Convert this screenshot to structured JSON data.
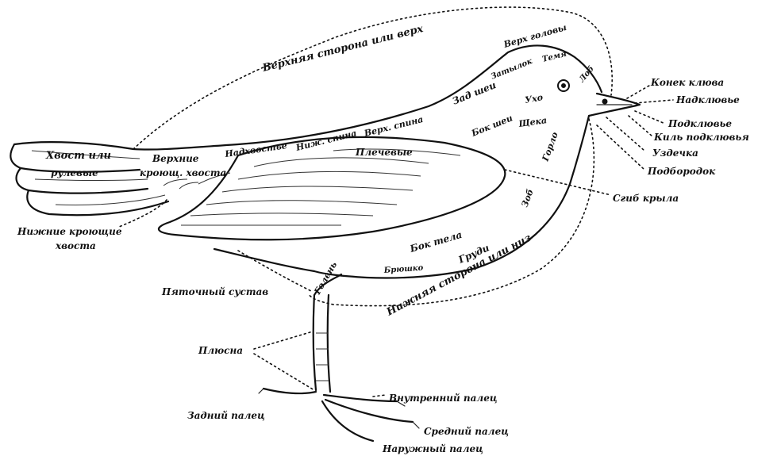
{
  "labels": {
    "upper_side": "Верхняя сторона или верх",
    "top_of_head": "Верх головы",
    "occiput": "Затылок",
    "crown": "Темя",
    "forehead": "Лоб",
    "ear": "Ухо",
    "back_of_neck": "Зад шеи",
    "side_of_neck": "Бок шеи",
    "cheek": "Щека",
    "throat": "Горло",
    "crop": "Зоб",
    "culmen": "Конек клюва",
    "upper_mandible": "Надклювье",
    "lower_mandible": "Подклювье",
    "gonys": "Киль подклювья",
    "gape": "Уздечка",
    "chin": "Подбородок",
    "wing_bend": "Сгиб крыла",
    "tail": "Хвост или",
    "rectrices": "рулевые",
    "upper_tail_coverts_1": "Верхние",
    "upper_tail_coverts_2": "кроющ. хвоста",
    "rump": "Надхвостье",
    "lower_back": "Ниж. спина",
    "upper_back": "Верх. спина",
    "scapulars": "Плечевые",
    "under_tail_coverts_1": "Нижние кроющие",
    "under_tail_coverts_2": "хвоста",
    "side_of_body": "Бок тела",
    "breast": "Груди",
    "belly": "Брюшко",
    "tibia": "Голень",
    "heel_joint": "Пяточный сустав",
    "lower_side": "Нижняя сторона или низ",
    "tarsus": "Плюсна",
    "inner_toe": "Внутренний палец",
    "hind_toe": "Задний палец",
    "middle_toe": "Средний палец",
    "outer_toe": "Наружный палец"
  }
}
